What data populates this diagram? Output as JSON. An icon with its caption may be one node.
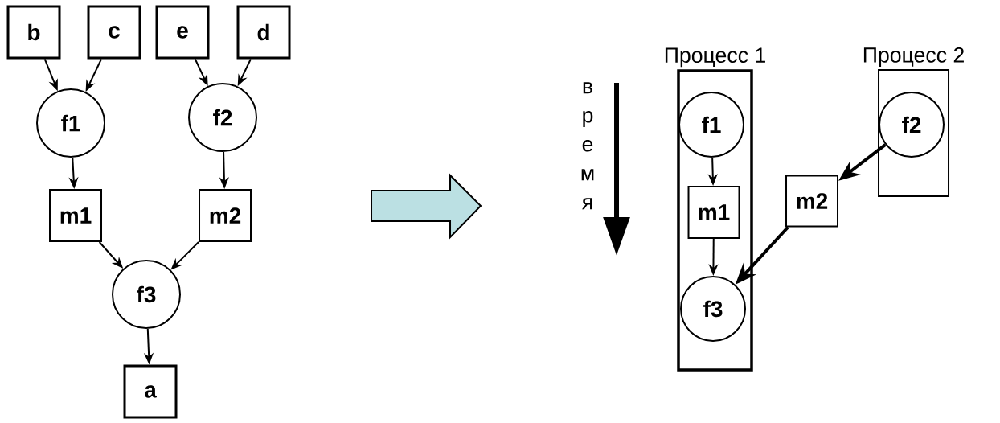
{
  "diagram": {
    "nodes": [
      {
        "text": [
          "b"
        ]
      },
      {
        "text": [
          "c"
        ]
      },
      {
        "text": [
          "e"
        ]
      },
      {
        "text": [
          "d"
        ]
      },
      {
        "text": [
          "f1"
        ]
      },
      {
        "text": [
          "f2"
        ]
      },
      {
        "text": [
          "m1"
        ]
      },
      {
        "text": [
          "m2"
        ]
      },
      {
        "text": [
          "f3"
        ]
      },
      {
        "text": [
          "a"
        ]
      },
      {
        "text": [
          "Процесс 1"
        ]
      },
      {
        "text": [
          "f1"
        ],
        "in": 10
      },
      {
        "text": [
          "m1"
        ],
        "in": 10
      },
      {
        "text": [
          "f3"
        ],
        "in": 10
      },
      {
        "text": [
          "Процесс 2"
        ]
      },
      {
        "text": [
          "f2"
        ],
        "in": 14
      },
      {
        "text": [
          "m2"
        ]
      }
    ],
    "edges": [
      {
        "from": 0,
        "to": 4,
        "arrow": "to"
      },
      {
        "from": 1,
        "to": 4,
        "arrow": "to"
      },
      {
        "from": 2,
        "to": 5,
        "arrow": "to"
      },
      {
        "from": 3,
        "to": 5,
        "arrow": "to"
      },
      {
        "from": 4,
        "to": 6,
        "arrow": "to"
      },
      {
        "from": 5,
        "to": 7,
        "arrow": "to"
      },
      {
        "from": 6,
        "to": 8,
        "arrow": "to"
      },
      {
        "from": 7,
        "to": 8,
        "arrow": "to"
      },
      {
        "from": 8,
        "to": 9,
        "arrow": "to"
      },
      {
        "from": 11,
        "to": 12,
        "arrow": "to"
      },
      {
        "from": 12,
        "to": 13,
        "arrow": "to"
      },
      {
        "from": 15,
        "to": 16,
        "arrow": "to",
        "style": "thick"
      },
      {
        "from": 16,
        "to": 13,
        "arrow": "to",
        "style": "thick"
      }
    ],
    "labels": [
      "в р е м я"
    ]
  }
}
